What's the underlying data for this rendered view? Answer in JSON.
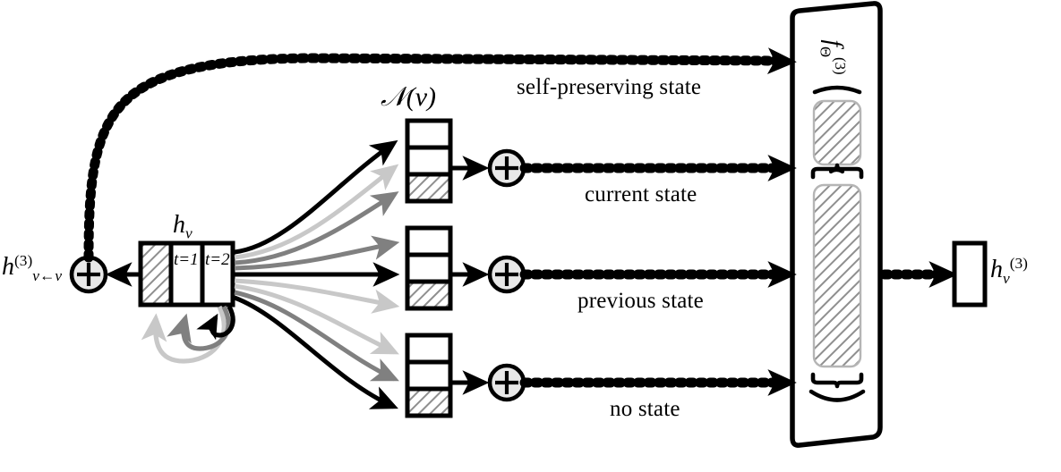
{
  "figure": {
    "type": "neural-network-architecture-diagram",
    "caption_labels": {
      "neighborhood": "N(v)",
      "center_state": "h_v",
      "self_loop_output": "h^(3)_{v<-v}",
      "aggregator": "f_Theta^(3)",
      "final_output": "h_v^(3)"
    },
    "colors": {
      "ink": "#000000",
      "gray_dark": "#808080",
      "gray_light": "#c8c8c8",
      "hatch": "#909090",
      "node_fill": "#e8e8e8"
    }
  },
  "center_block": {
    "name": "h_v",
    "title_base": "h",
    "title_sub": "v",
    "cells": [
      {
        "id": "cell-hatched",
        "label": "",
        "fill": "hatched"
      },
      {
        "id": "cell-t1",
        "label": "t=1",
        "fill": "white"
      },
      {
        "id": "cell-t2",
        "label": "t=2",
        "fill": "white"
      }
    ],
    "recurrent_arrows": [
      {
        "id": "recur-light",
        "shade": "light"
      },
      {
        "id": "recur-mid",
        "shade": "mid"
      },
      {
        "id": "recur-dark",
        "shade": "dark"
      }
    ]
  },
  "neighborhood": {
    "title_base": "N",
    "title_arg": "(v)",
    "blocks": [
      {
        "id": "neighbor-block-1",
        "rows": [
          {
            "id": "row-1-1",
            "fill": "white"
          },
          {
            "id": "row-1-2",
            "fill": "white"
          },
          {
            "id": "row-1-3",
            "fill": "hatched"
          }
        ]
      },
      {
        "id": "neighbor-block-2",
        "rows": [
          {
            "id": "row-2-1",
            "fill": "white"
          },
          {
            "id": "row-2-2",
            "fill": "white"
          },
          {
            "id": "row-2-3",
            "fill": "hatched"
          }
        ]
      },
      {
        "id": "neighbor-block-3",
        "rows": [
          {
            "id": "row-3-1",
            "fill": "white"
          },
          {
            "id": "row-3-2",
            "fill": "white"
          },
          {
            "id": "row-3-3",
            "fill": "hatched"
          }
        ]
      }
    ]
  },
  "sum_nodes": [
    {
      "id": "sum-left",
      "glyph": "+"
    },
    {
      "id": "sum-top",
      "glyph": "+"
    },
    {
      "id": "sum-mid",
      "glyph": "+"
    },
    {
      "id": "sum-bot",
      "glyph": "+"
    }
  ],
  "message_edges": [
    {
      "id": "edge-self-preserving",
      "label": "self-preserving state"
    },
    {
      "id": "edge-current",
      "label": "current state"
    },
    {
      "id": "edge-previous",
      "label": "previous state"
    },
    {
      "id": "edge-no-state",
      "label": "no state"
    }
  ],
  "aggregator_box": {
    "id": "aggregator",
    "label_base": "f",
    "label_sub": "Θ",
    "label_sup": "(3)",
    "slots": [
      {
        "id": "agg-slot-small",
        "fill": "hatched",
        "brace": "top"
      },
      {
        "id": "agg-slot-large",
        "fill": "hatched",
        "brace": "both"
      }
    ]
  },
  "output_block": {
    "id": "output-h3",
    "label_base": "h",
    "label_sub": "v",
    "label_sup": "(3)",
    "fill": "white"
  }
}
